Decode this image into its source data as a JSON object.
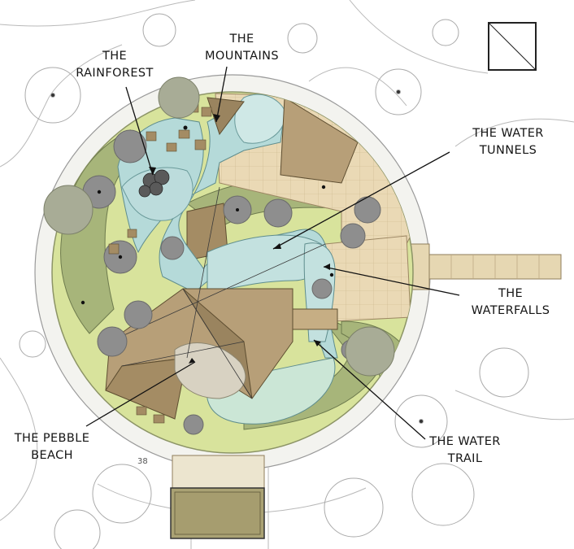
{
  "labels": {
    "rainforest": "THE\nRAINFOREST",
    "mountains": "THE\nMOUNTAINS",
    "water_tunnels": "THE WATER\nTUNNELS",
    "waterfalls": "THE\nWATERFALLS",
    "pebble_beach": "THE PEBBLE\nBEACH",
    "water_trail": "THE WATER\nTRAIL"
  },
  "level_marker": "38",
  "colors": {
    "ring": "#f4f4ef",
    "lawn": "#d9e39a",
    "grass_bed": "#a5b476",
    "paving": "#e8d8b3",
    "deck": "#9c8663",
    "water": "#b6dcdc",
    "tree_canopy": "#8f8f8f",
    "lines": "#2a2a2a"
  }
}
